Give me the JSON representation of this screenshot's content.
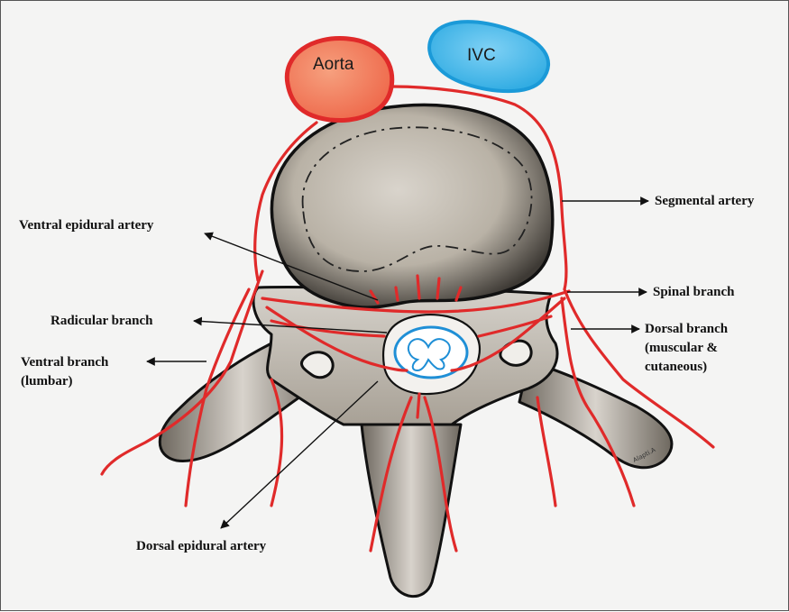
{
  "vessels": {
    "aorta": "Aorta",
    "ivc": "IVC"
  },
  "labels": {
    "segmental_artery": "Segmental artery",
    "ventral_epidural_artery": "Ventral epidural artery",
    "spinal_branch": "Spinal branch",
    "radicular_branch": "Radicular  branch",
    "dorsal_branch_line1": "Dorsal branch",
    "dorsal_branch_line2": "(muscular &",
    "dorsal_branch_line3": "cutaneous)",
    "ventral_branch_line1": "Ventral branch",
    "ventral_branch_line2": "(lumbar)",
    "dorsal_epidural_artery": "Dorsal epidural artery"
  },
  "signature": "Alapti.A",
  "colors": {
    "artery": "#e02a2a",
    "aorta_fill": "#f07a5a",
    "ivc_fill": "#4cb8e8",
    "bone_shade": "#8a8478",
    "cord_outline": "#1f8fd6"
  }
}
